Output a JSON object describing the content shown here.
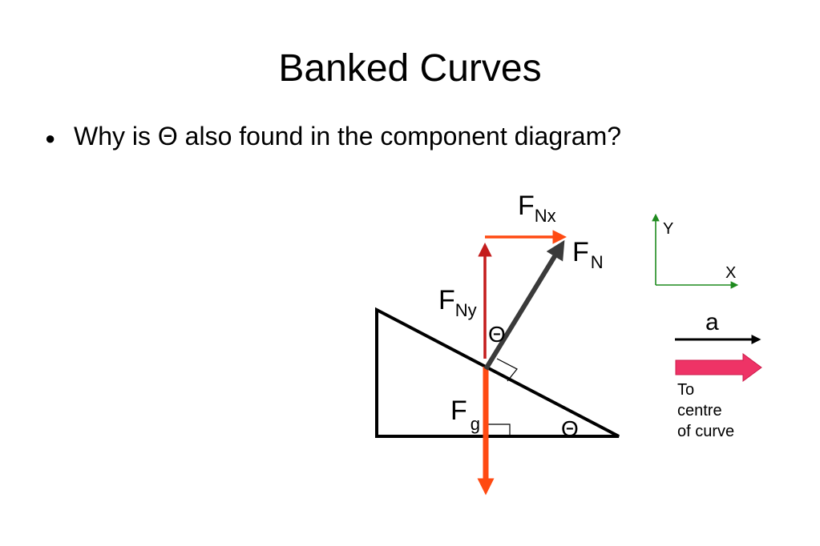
{
  "slide": {
    "title": "Banked Curves",
    "bullet": "Why is Θ also found in the component diagram?"
  },
  "diagram": {
    "labels": {
      "fnx_main": "F",
      "fnx_sub": "Nx",
      "fn_main": "F",
      "fn_sub": "N",
      "fny_main": "F",
      "fny_sub": "Ny",
      "fg_main": "F",
      "fg_sub": "g",
      "theta_vector": "Θ",
      "theta_incline": "Θ"
    },
    "axes": {
      "y_label": "Y",
      "x_label": "X"
    },
    "legend": {
      "acceleration_label": "a",
      "direction_line1": "To",
      "direction_line2": "centre",
      "direction_line3": "of curve"
    },
    "colors": {
      "normal_force": "#3a3a3a",
      "horizontal_component": "#ff4a12",
      "vertical_component": "#c41c1c",
      "gravity": "#ff4a12",
      "axes": "#1e8a1e",
      "direction_arrow": "#ee3366",
      "incline": "#000000"
    }
  }
}
